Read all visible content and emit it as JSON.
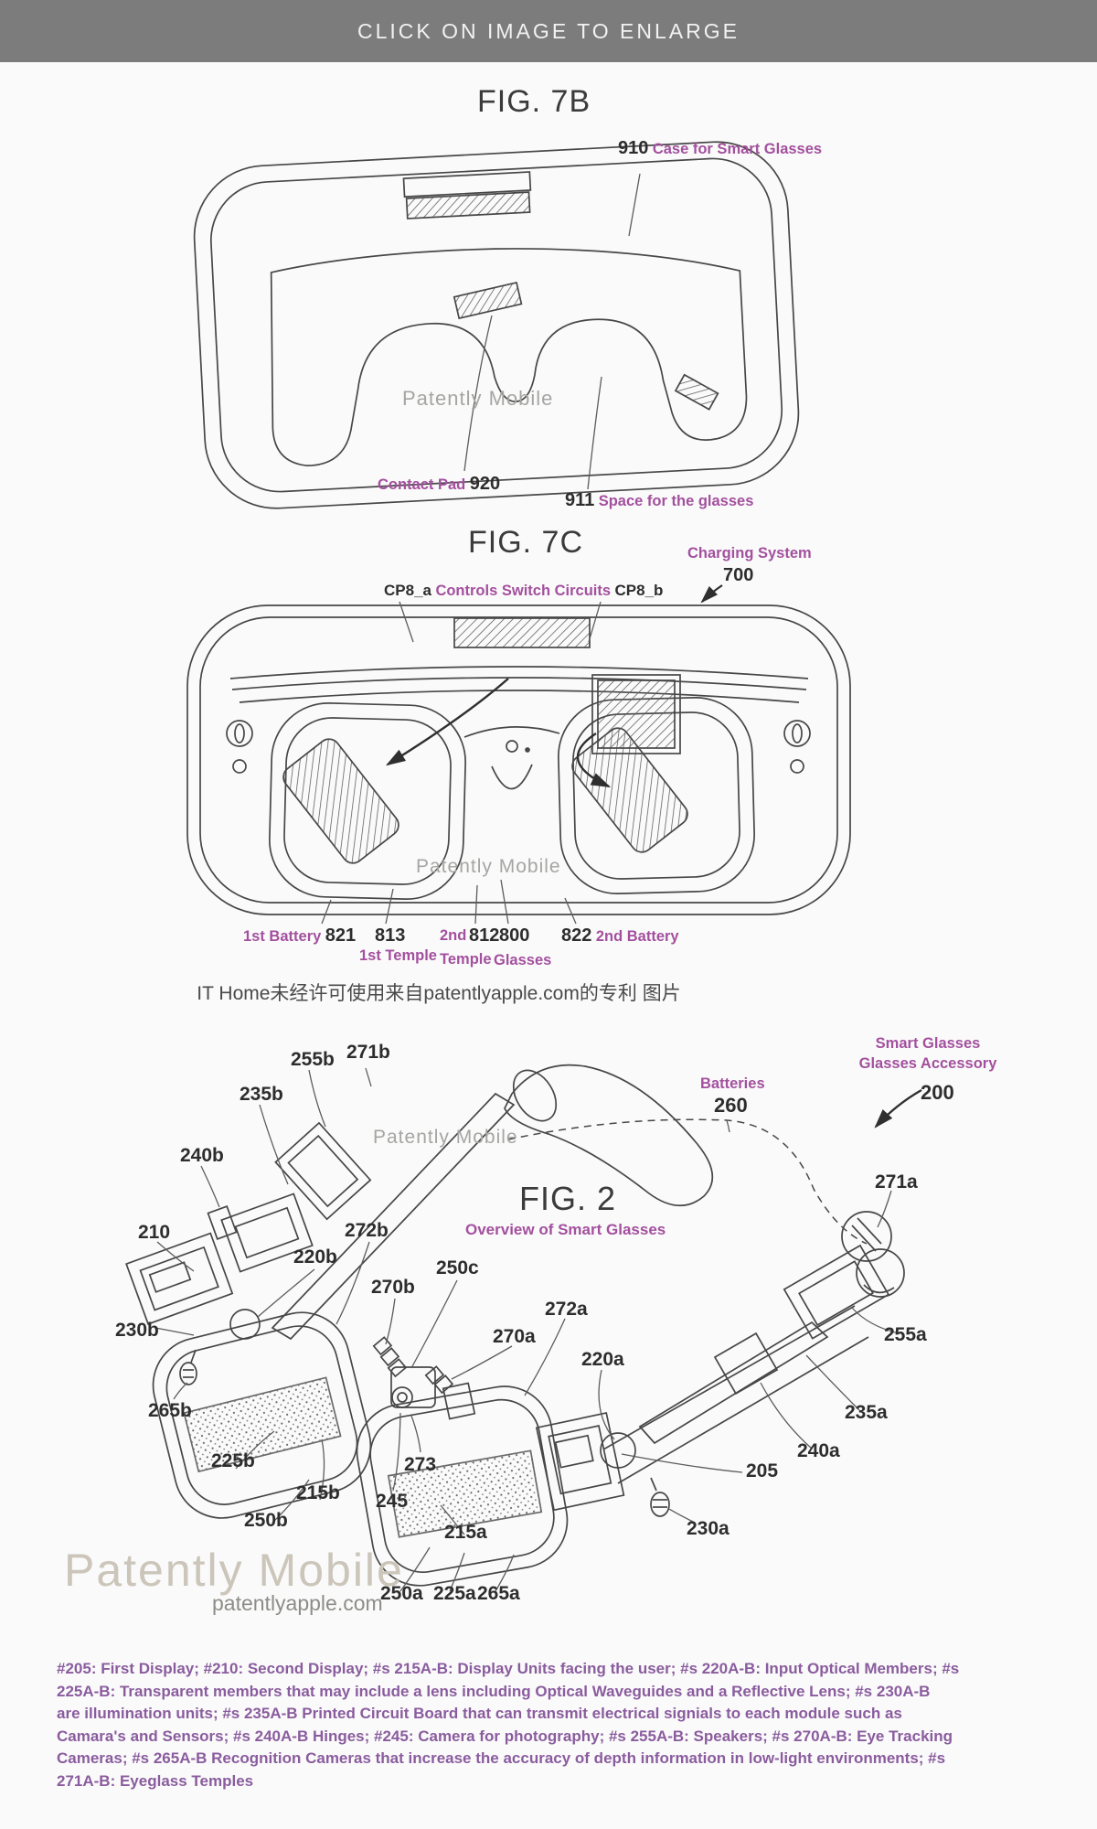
{
  "ui_colors": {
    "header_bg": "#7c7c7c",
    "label_purple": "#a3509e",
    "footer_purple": "#8a5c9e",
    "line_ink": "#474747"
  },
  "header": {
    "caption": "CLICK ON IMAGE TO ENLARGE"
  },
  "fig7b": {
    "title": "FIG. 7B",
    "watermark": "Patently Mobile",
    "label_910_num": "910",
    "label_910_text": "Case for Smart Glasses",
    "label_920_text": "Contact Pad",
    "label_920_num": "920",
    "label_911_num": "911",
    "label_911_text": "Space for the glasses"
  },
  "fig7c": {
    "title": "FIG. 7C",
    "charging_label": "Charging System",
    "charging_num": "700",
    "cp8a": "CP8_a",
    "controls": "Controls Switch Circuits",
    "cp8b": "CP8_b",
    "watermark": "Patently Mobile",
    "battery1_label": "1st Battery",
    "battery1_num": "821",
    "temple1_num": "813",
    "temple1_label": "1st Temple",
    "temple2_label_a": "2nd",
    "temple2_num": "812",
    "temple2_label_b": "Temple",
    "glasses_num": "800",
    "glasses_label": "Glasses",
    "battery2_num": "822",
    "battery2_label": "2nd Battery"
  },
  "notice": {
    "text": "IT Home未经许可使用来自patentlyapple.com的专利 图片"
  },
  "fig2": {
    "title": "FIG. 2",
    "subtitle": "Overview of Smart Glasses",
    "accessory_line1": "Smart Glasses",
    "accessory_line2": "Glasses Accessory",
    "accessory_num": "200",
    "batteries_label": "Batteries",
    "batteries_num": "260",
    "watermark_small": "Patently Mobile",
    "watermark_big": "Patently Mobile",
    "watermark_site": "patentlyapple.com",
    "parts": {
      "p255b": "255b",
      "p271b": "271b",
      "p235b": "235b",
      "p240b": "240b",
      "p210": "210",
      "p220b": "220b",
      "p230b": "230b",
      "p265b": "265b",
      "p272b": "272b",
      "p270b": "270b",
      "p250c": "250c",
      "p272a": "272a",
      "p270a": "270a",
      "p220a": "220a",
      "p225b": "225b",
      "p215b": "215b",
      "p250b": "250b",
      "p273": "273",
      "p245": "245",
      "p215a": "215a",
      "p230a": "230a",
      "p205": "205",
      "p240a": "240a",
      "p235a": "235a",
      "p255a": "255a",
      "p271a": "271a",
      "p250a": "250a",
      "p225a": "225a",
      "p265a": "265a"
    }
  },
  "footer": {
    "lines": [
      "#205: First Display; #210: Second Display; #s 215A-B: Display Units facing the user; #s 220A-B: Input Optical Members; #s",
      "225A-B: Transparent members that may include a lens including Optical Waveguides and a Reflective Lens; #s 230A-B",
      "are illumination units; #s 235A-B Printed Circuit Board that can transmit electrical signials to each module such as",
      "Camara's and Sensors; #s 240A-B Hinges; #245: Camera for photography; #s 255A-B: Speakers; #s 270A-B: Eye Tracking",
      "Cameras; #s 265A-B Recognition Cameras that increase the accuracy of depth information in low-light environments; #s",
      "271A-B: Eyeglass Temples"
    ]
  }
}
